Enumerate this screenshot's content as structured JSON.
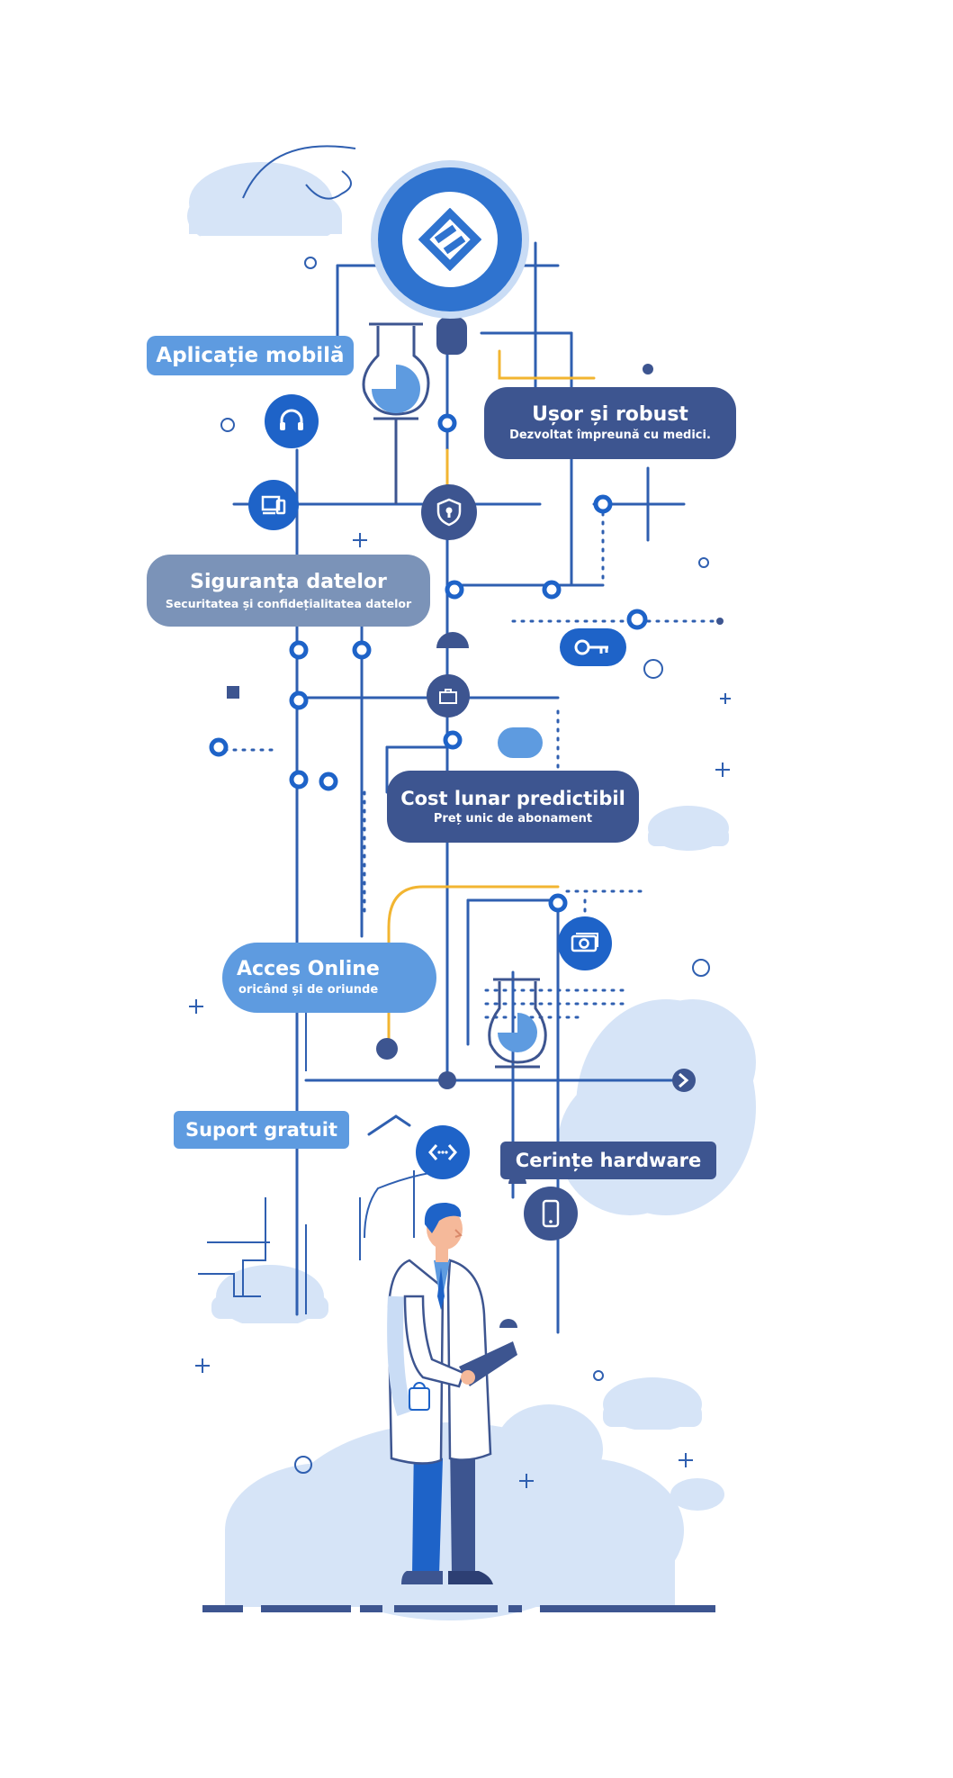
{
  "colors": {
    "navy": "#3d5590",
    "blue": "#1e63c8",
    "sky": "#5e9be0",
    "slate": "#7b93b8",
    "cloud": "#d6e4f7",
    "line": "#2f5fb0",
    "accent": "#f2b531"
  },
  "labels": {
    "mobile_app": {
      "title": "Aplicație mobilă"
    },
    "easy_robust": {
      "title": "Ușor și robust",
      "subtitle": "Dezvoltat împreună cu medici."
    },
    "data_safety": {
      "title": "Siguranța datelor",
      "subtitle": "Securitatea și confidețialitatea datelor"
    },
    "monthly_cost": {
      "title": "Cost lunar predictibil",
      "subtitle": "Preț unic de abonament"
    },
    "online_access": {
      "title": "Acces Online",
      "subtitle": "oricând și de oriunde"
    },
    "free_support": {
      "title": "Suport gratuit"
    },
    "hardware": {
      "title": "Cerințe hardware"
    }
  },
  "icons": {
    "logo": "brand-logo-icon",
    "support": "headset-icon",
    "devices": "devices-icon",
    "security": "shield-lock-icon",
    "key": "key-icon",
    "case": "briefcase-icon",
    "payment": "money-icon",
    "code": "code-icon",
    "phone": "smartphone-icon",
    "arrow": "arrow-right-icon"
  }
}
